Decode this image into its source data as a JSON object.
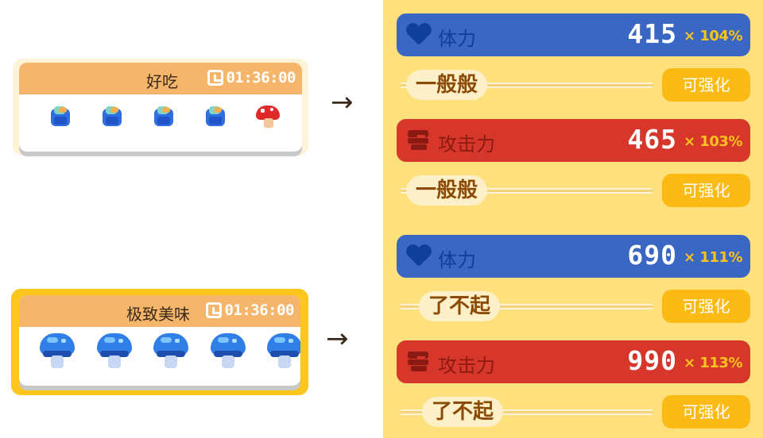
{
  "recipes": [
    {
      "title": "好吃",
      "timer": "01:36:00",
      "ingredients": [
        "blue-gem-icon",
        "blue-gem-icon",
        "blue-gem-icon",
        "blue-gem-icon",
        "red-mushroom-icon"
      ]
    },
    {
      "title": "极致美味",
      "timer": "01:36:00",
      "ingredients": [
        "blue-mushroom-icon",
        "blue-mushroom-icon",
        "blue-mushroom-icon",
        "blue-mushroom-icon",
        "blue-mushroom-icon"
      ]
    }
  ],
  "arrow": "→",
  "stats": [
    {
      "name": "体力",
      "icon": "heart-icon",
      "value": "415",
      "multiplier": "× 104%",
      "grade": "一般般",
      "button": "可强化",
      "color": "#3a66c4"
    },
    {
      "name": "攻击力",
      "icon": "fist-icon",
      "value": "465",
      "multiplier": "× 103%",
      "grade": "一般般",
      "button": "可强化",
      "color": "#d6372a"
    },
    {
      "name": "体力",
      "icon": "heart-icon",
      "value": "690",
      "multiplier": "× 111%",
      "grade": "了不起",
      "button": "可强化",
      "color": "#3a66c4"
    },
    {
      "name": "攻击力",
      "icon": "fist-icon",
      "value": "990",
      "multiplier": "× 113%",
      "grade": "了不起",
      "button": "可强化",
      "color": "#d6372a"
    }
  ],
  "colors": {
    "panel_background": "#fee07c",
    "button": "#fcbb14",
    "card_header": "#f5b56b",
    "gold_frame": "#fcc61d"
  }
}
